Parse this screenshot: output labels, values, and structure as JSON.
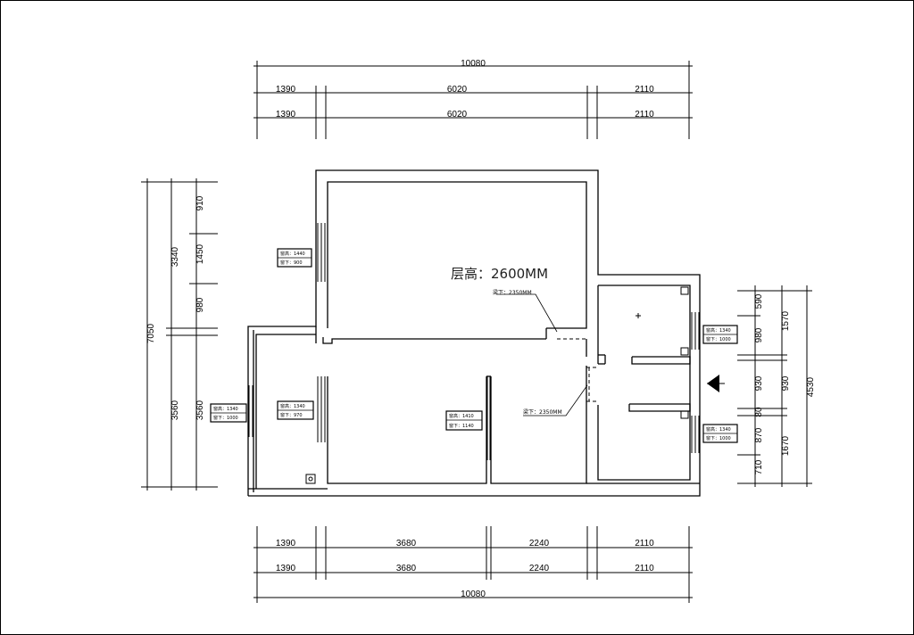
{
  "floor_height_label": "层高：2600MM",
  "beam_note": "梁下：2350MM",
  "beam_note_2": "梁下：2350MM",
  "dims": {
    "top_total": "10080",
    "top_row1": [
      "1390",
      "6020",
      "2110"
    ],
    "top_row2": [
      "1390",
      "6020",
      "2110"
    ],
    "bottom_row1": [
      "1390",
      "3680",
      "2240",
      "2110"
    ],
    "bottom_row2": [
      "1390",
      "3680",
      "2240",
      "2110"
    ],
    "bottom_total": "10080",
    "left_total": "7050",
    "left_outer": [
      "3340",
      "3560"
    ],
    "left_inner": [
      "910",
      "1450",
      "980",
      "3560"
    ],
    "right_outer": "4530",
    "right_mid": [
      "1570",
      "930",
      "1670"
    ],
    "right_inner": [
      "590",
      "980",
      "930",
      "80",
      "870",
      "710"
    ]
  },
  "windows": [
    {
      "line1": "窗高：1440",
      "line2": "窗下：900"
    },
    {
      "line1": "窗高：1340",
      "line2": "窗下：1000"
    },
    {
      "line1": "窗高：1340",
      "line2": "窗下：1000"
    },
    {
      "line1": "窗高：1340",
      "line2": "窗下：970"
    },
    {
      "line1": "窗高：1410",
      "line2": "窗下：1140"
    },
    {
      "line1": "窗高：1340",
      "line2": "窗下：1000"
    }
  ]
}
